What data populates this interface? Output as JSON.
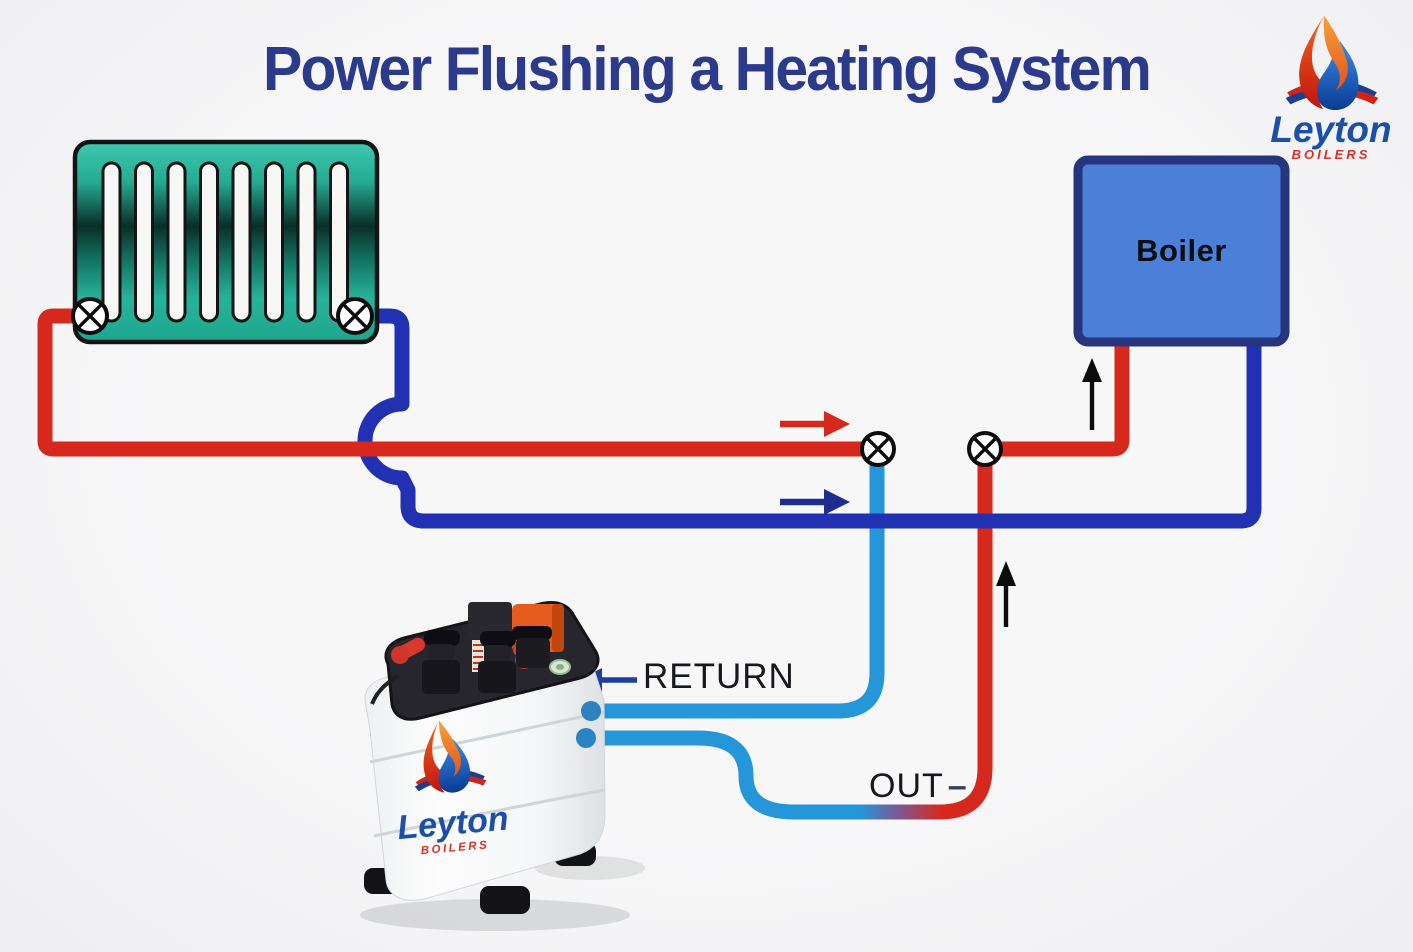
{
  "title": "Power Flushing a Heating System",
  "brand_logo": {
    "name": "Leyton",
    "tagline": "BOILERS"
  },
  "diagram": {
    "boiler": {
      "label": "Boiler"
    },
    "radiator": {
      "panels": 8,
      "valve_count": 2
    },
    "pipe_valve_count": 2,
    "labels": {
      "return": "RETURN",
      "out": "OUT",
      "out_dash": "–"
    },
    "machine": {
      "brand": "Leyton",
      "tagline": "BOILERS"
    }
  },
  "colors": {
    "flow_red": "#d7281d",
    "flow_blue": "#2230b2",
    "hose_blue": "#2596d8",
    "hose_cap": "#2b83c2",
    "boiler_fill": "#4a80d8",
    "boiler_border": "#27357f",
    "radiator_teal": "#2fbfa8",
    "radiator_dark": "#0a2e28",
    "title_navy": "#2c3a8c",
    "brand_blue": "#1b4fa8",
    "brand_red": "#d93025",
    "arrow_navy": "#1d3f9e",
    "background": "#f5f5f6"
  }
}
